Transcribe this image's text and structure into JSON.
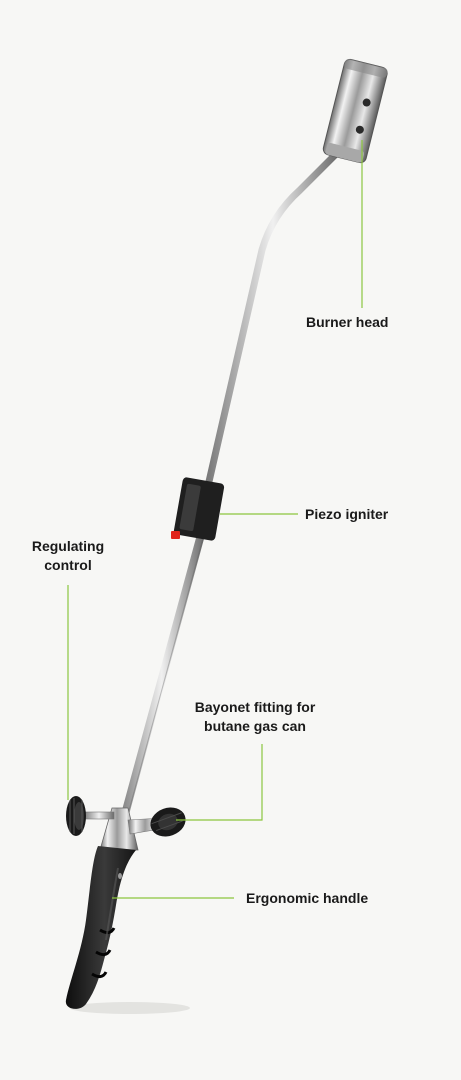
{
  "diagram": {
    "labels": {
      "burner_head": "Burner head",
      "piezo_igniter": "Piezo igniter",
      "regulating_control_line1": "Regulating",
      "regulating_control_line2": "control",
      "bayonet_line1": "Bayonet fitting for",
      "bayonet_line2": "butane gas can",
      "ergonomic_handle": "Ergonomic handle"
    },
    "colors": {
      "leader_line": "#8cc63f",
      "background": "#f7f7f5",
      "handle": "#1c1c1c",
      "chrome": "#c9c9c9",
      "igniter_button": "#e0241b"
    }
  }
}
